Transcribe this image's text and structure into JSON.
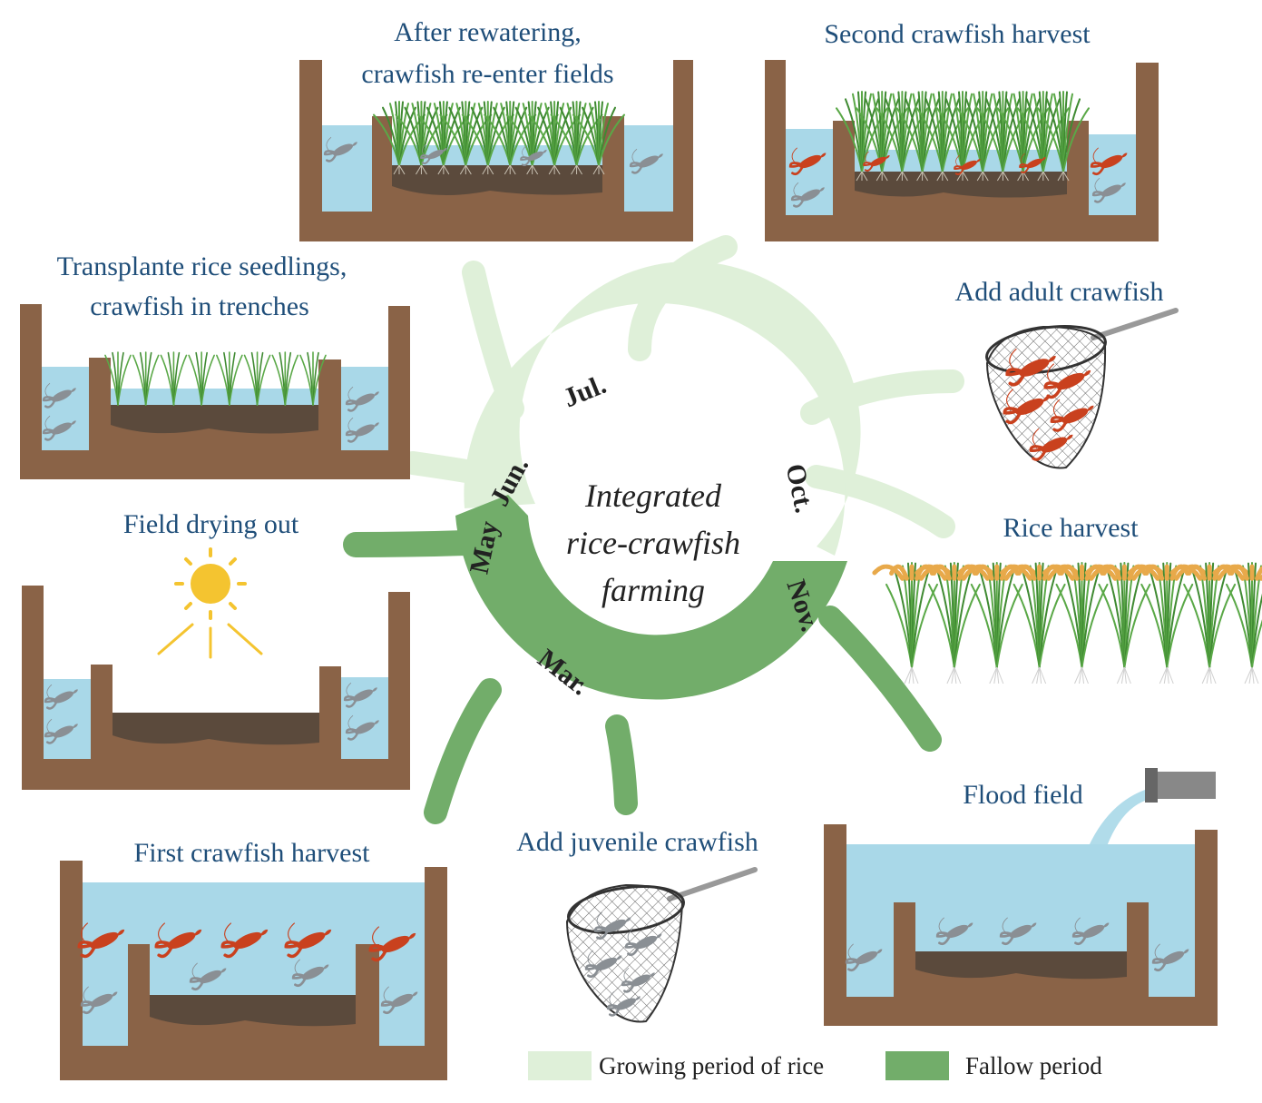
{
  "center": {
    "line1": "Integrated",
    "line2": "rice-crawfish",
    "line3": "farming"
  },
  "months": {
    "jun": "Jun.",
    "jul": "Jul.",
    "oct": "Oct.",
    "nov": "Nov.",
    "mar": "Mar.",
    "may": "May"
  },
  "stages": {
    "rewatering_line1": "After rewatering,",
    "rewatering_line2": "crawfish re-enter fields",
    "second_harvest": "Second crawfish harvest",
    "transplant_line1": "Transplante rice seedlings,",
    "transplant_line2": "crawfish in trenches",
    "add_adult": "Add adult crawfish",
    "drying": "Field drying out",
    "rice_harvest": "Rice harvest",
    "flood": "Flood field",
    "first_harvest": "First  crawfish harvest",
    "add_juvenile": "Add juvenile crawfish"
  },
  "legend": {
    "growing": "Growing period of rice",
    "fallow": "Fallow period"
  },
  "colors": {
    "growing": "#dff0d9",
    "fallow": "#72ad6a",
    "soil": "#8a6347",
    "mud": "#5b4a3c",
    "water": "#a9d8e8",
    "label": "#1f4e79",
    "crawfish_red": "#c9411e",
    "crawfish_gray": "#8a8f94",
    "rice_green": "#4f9a3d",
    "rice_gold": "#e8a94a",
    "sun": "#f4c430"
  }
}
